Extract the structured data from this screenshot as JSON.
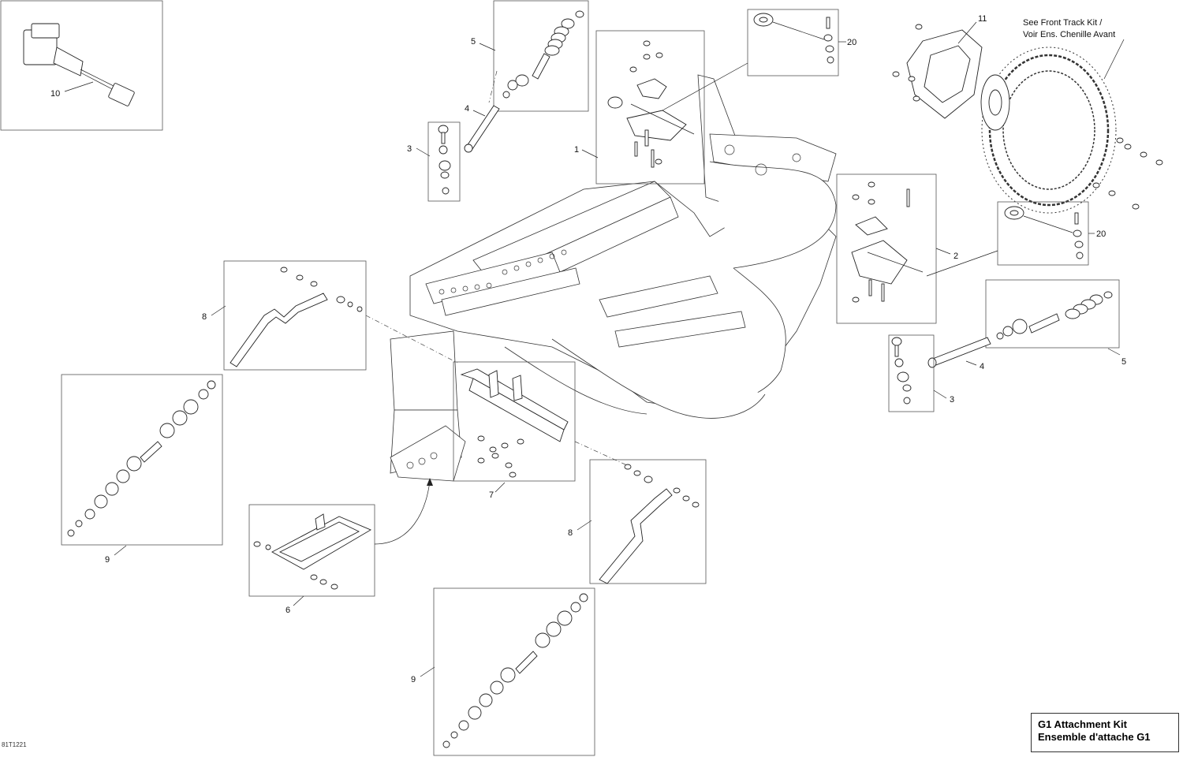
{
  "diagram": {
    "title_line1": "G1 Attachment Kit",
    "title_line2": "Ensemble d'attache G1",
    "reference_code": "81T1221",
    "note_line1": "See Front Track Kit  /",
    "note_line2": "Voir Ens. Chenille Avant",
    "callouts": {
      "c1": "1",
      "c2": "2",
      "c3a": "3",
      "c3b": "3",
      "c4a": "4",
      "c4b": "4",
      "c5a": "5",
      "c5b": "5",
      "c6": "6",
      "c7": "7",
      "c8a": "8",
      "c8b": "8",
      "c9a": "9",
      "c9b": "9",
      "c10": "10",
      "c11": "11",
      "c20a": "20",
      "c20b": "20"
    }
  }
}
